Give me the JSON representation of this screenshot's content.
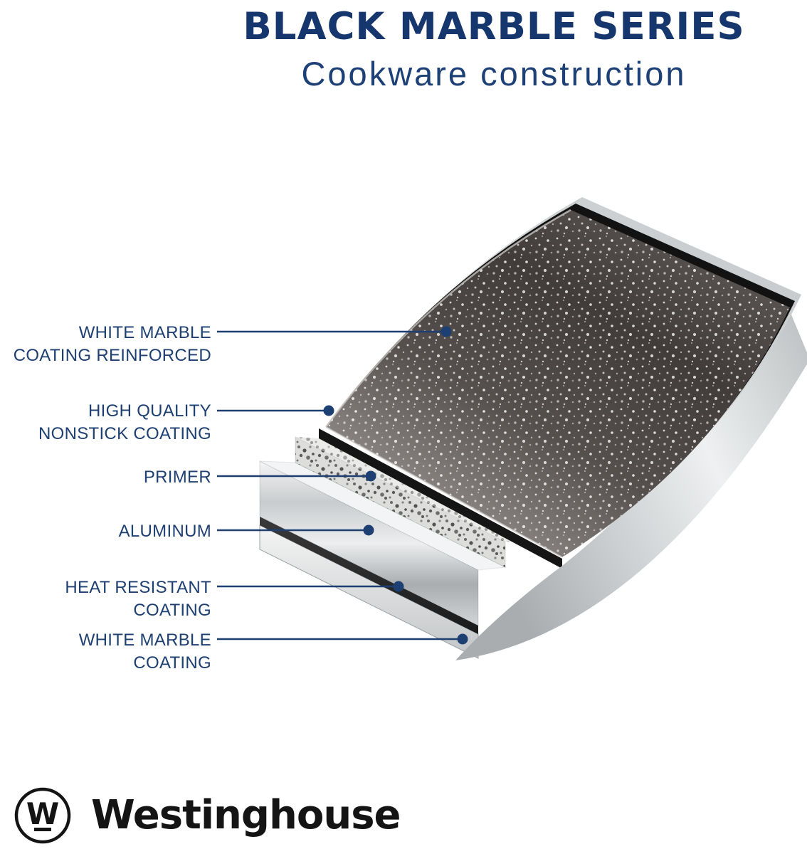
{
  "header": {
    "title": "BLACK MARBLE SERIES",
    "subtitle": "Cookware construction"
  },
  "labels": [
    {
      "id": "white-marble-reinforced",
      "text": "WHITE MARBLE\nCOATING REINFORCED"
    },
    {
      "id": "nonstick",
      "text": "HIGH QUALITY\nNONSTICK COATING"
    },
    {
      "id": "primer",
      "text": "PRIMER"
    },
    {
      "id": "aluminum",
      "text": "ALUMINUM"
    },
    {
      "id": "heat-resistant",
      "text": "HEAT RESISTANT COATING"
    },
    {
      "id": "white-marble",
      "text": "WHITE MARBLE COATING"
    }
  ],
  "illustration": {
    "subject": "cookware-layer-cutaway",
    "layers_top_to_bottom": [
      "white-marble-coating-reinforced",
      "high-quality-nonstick-coating",
      "primer",
      "aluminum",
      "heat-resistant-coating",
      "white-marble-coating"
    ]
  },
  "logo": {
    "brand": "Westinghouse",
    "monogram": "W"
  },
  "colors": {
    "title": "#16366e",
    "accent": "#1e3f72",
    "logo_black": "#141414"
  }
}
